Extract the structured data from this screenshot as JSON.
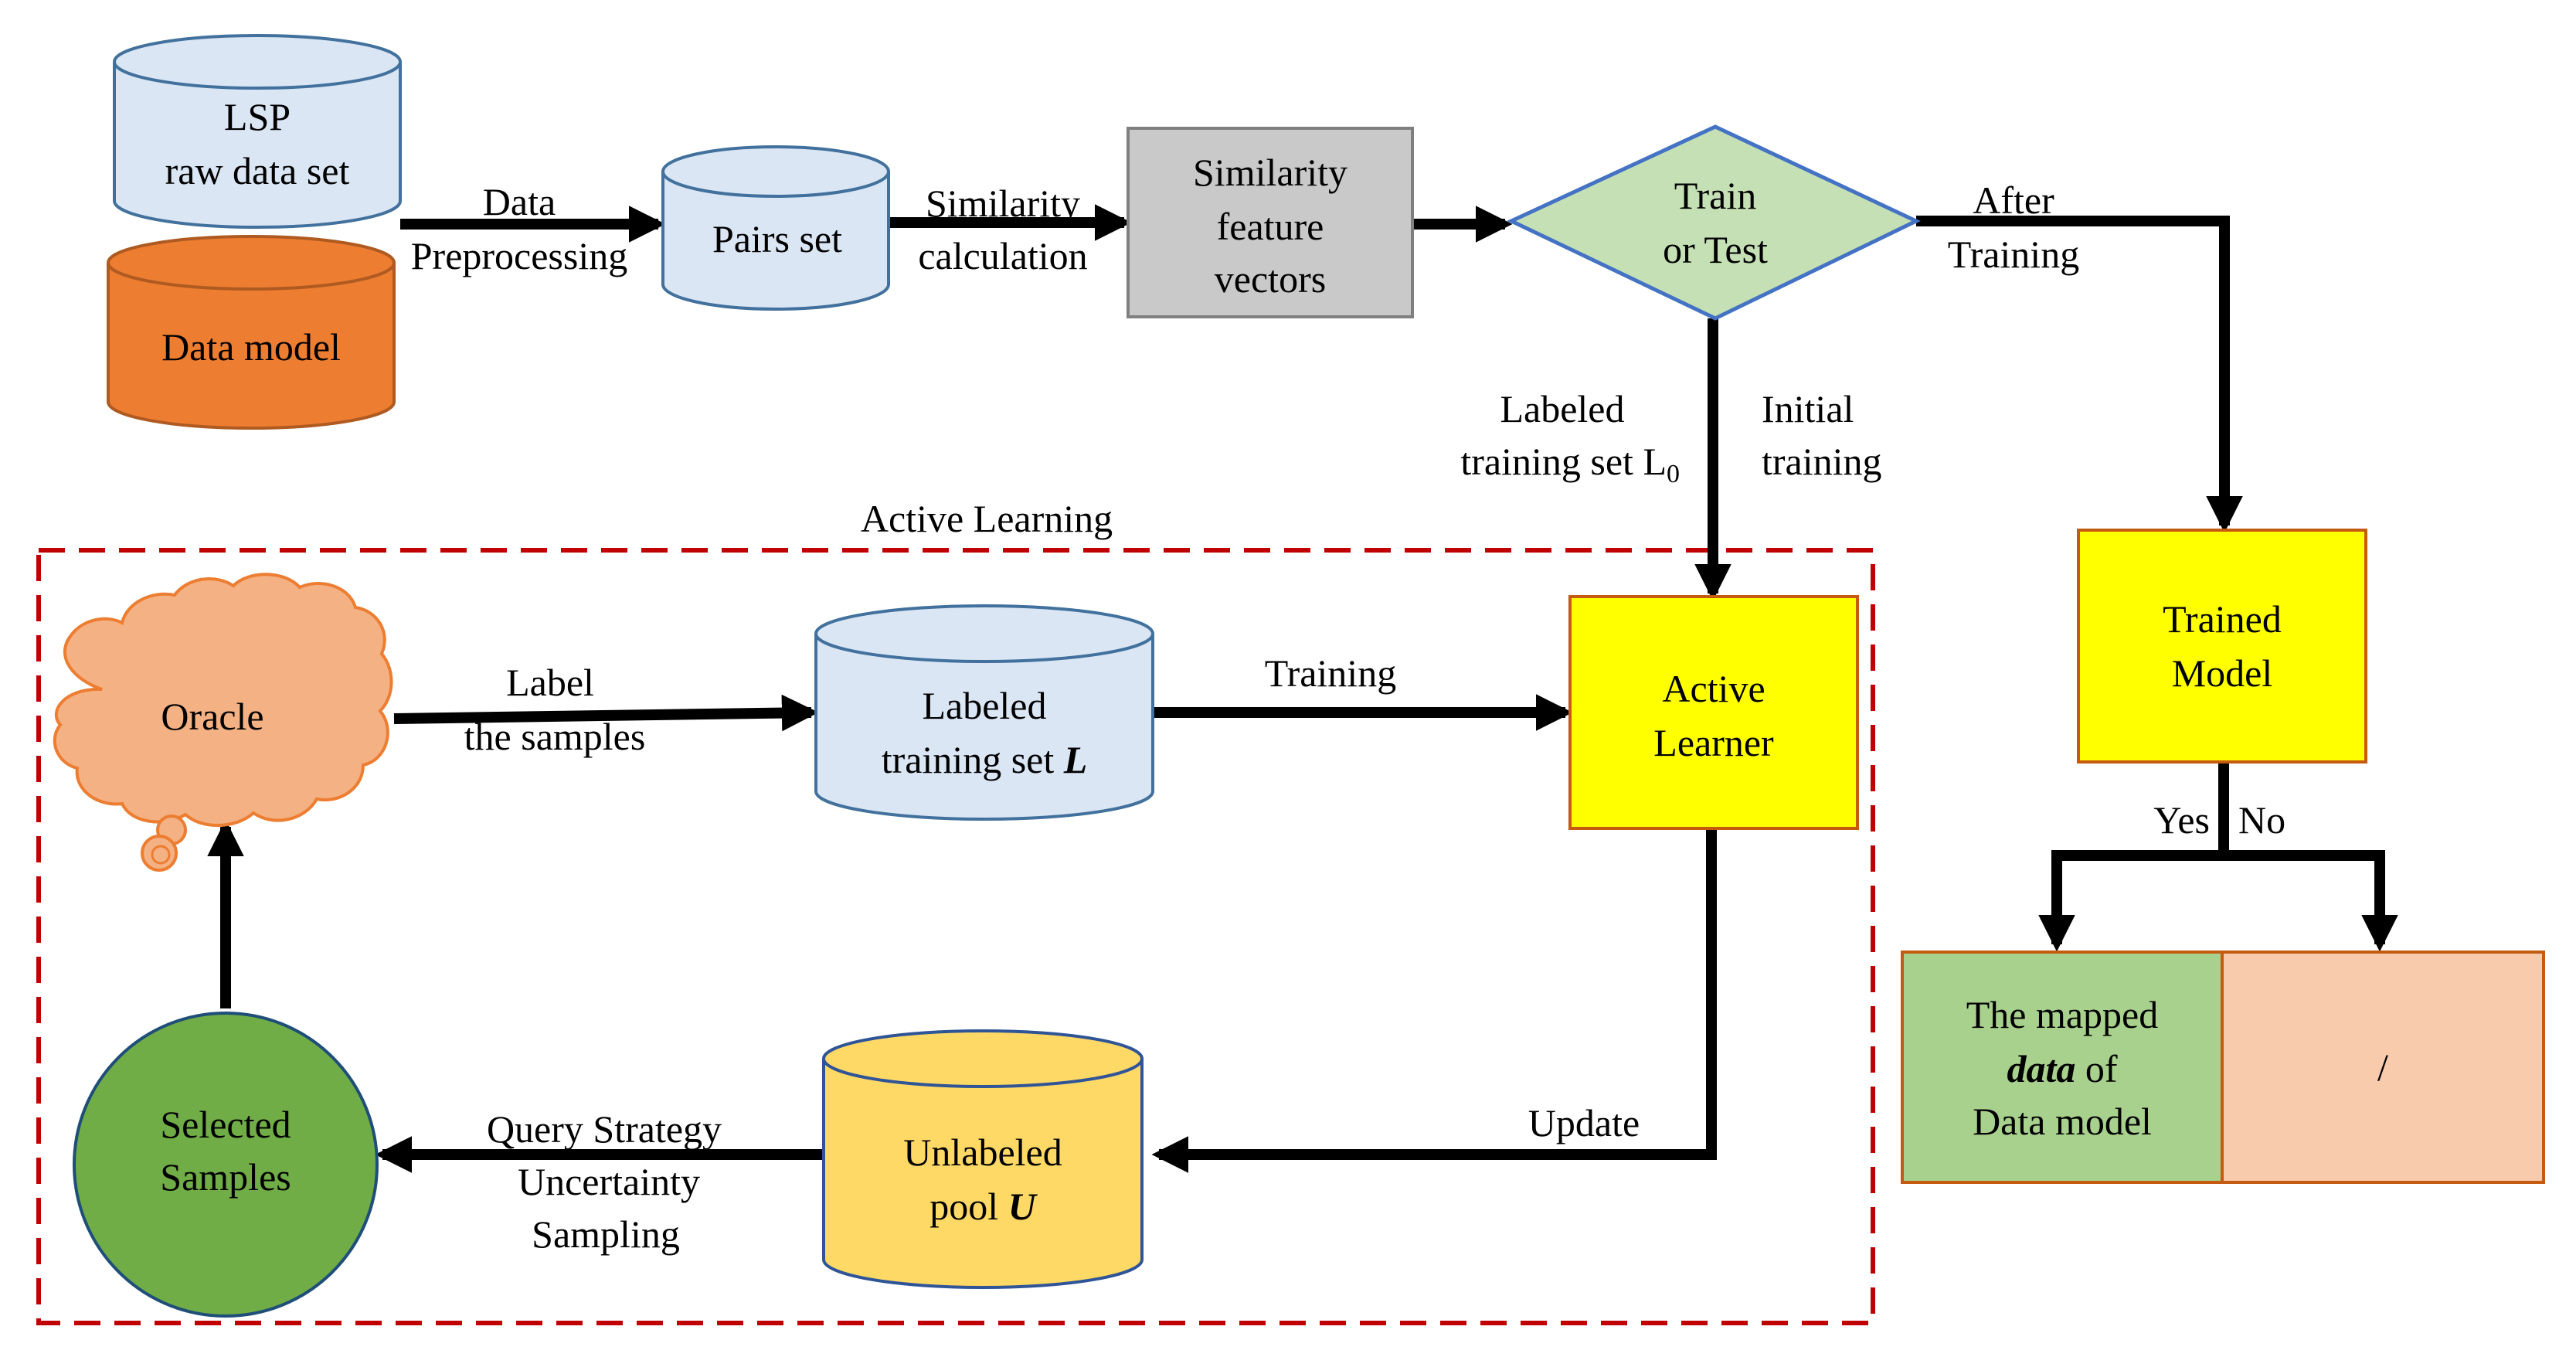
{
  "colors": {
    "light_blue": "#dbe6f4",
    "blue_stroke": "#41719c",
    "orange": "#ed7d31",
    "orange_stroke": "#ae5a21",
    "gray": "#c9c9c9",
    "gray_stroke": "#7f7f7f",
    "diamond_green": "#c5e0b4",
    "diamond_stroke": "#4472c4",
    "yellow": "#ffff00",
    "yellow_stroke": "#c55a11",
    "cloud": "#f4b183",
    "cloud_stroke": "#ed7d31",
    "circle_green": "#70ad47",
    "circle_stroke": "#1f4e79",
    "gold": "#ffd966",
    "gold_stroke": "#2f5597",
    "mapped_green": "#a9d18e",
    "peach": "#f8cbad",
    "output_stroke": "#c55a11",
    "dashed_red": "#c00000",
    "arrow": "#000000"
  },
  "nodes": {
    "lsp": {
      "line1": "LSP",
      "line2": "raw data set"
    },
    "data_model": {
      "label": "Data model"
    },
    "pairs_set": {
      "label": "Pairs set"
    },
    "similarity": {
      "line1": "Similarity",
      "line2": "feature",
      "line3": "vectors"
    },
    "train_test": {
      "line1": "Train",
      "line2": "or Test"
    },
    "trained_model": {
      "line1": "Trained",
      "line2": "Model"
    },
    "active_learner": {
      "line1": "Active",
      "line2": "Learner"
    },
    "labeled_set": {
      "line1": "Labeled",
      "line2": "training set",
      "symbol": "L"
    },
    "oracle": {
      "label": "Oracle"
    },
    "selected": {
      "line1": "Selected",
      "line2": "Samples"
    },
    "unlabeled": {
      "line1": "Unlabeled",
      "line2": "pool",
      "symbol": "U"
    },
    "mapped": {
      "line1": "The mapped",
      "emph": "data",
      "line2_rest": "of",
      "line3": "Data model"
    },
    "slash": {
      "label": "/"
    }
  },
  "edges": {
    "data_preprocessing": {
      "line1": "Data",
      "line2": "Preprocessing"
    },
    "similarity_calculation": {
      "line1": "Similarity",
      "line2": "calculation"
    },
    "after_training": {
      "line1": "After",
      "line2": "Training"
    },
    "labeled_l0": {
      "line1": "Labeled",
      "line2": "training set L",
      "sub": "0"
    },
    "initial_training": {
      "line1": "Initial",
      "line2": "training"
    },
    "label_samples": {
      "line1": "Label",
      "line2": "the samples"
    },
    "training": {
      "label": "Training"
    },
    "update": {
      "label": "Update"
    },
    "query": {
      "line1": "Query Strategy",
      "line2": "Uncertainty",
      "line3": "Sampling"
    },
    "yes": {
      "label": "Yes"
    },
    "no": {
      "label": "No"
    }
  },
  "region": {
    "title": "Active Learning"
  }
}
